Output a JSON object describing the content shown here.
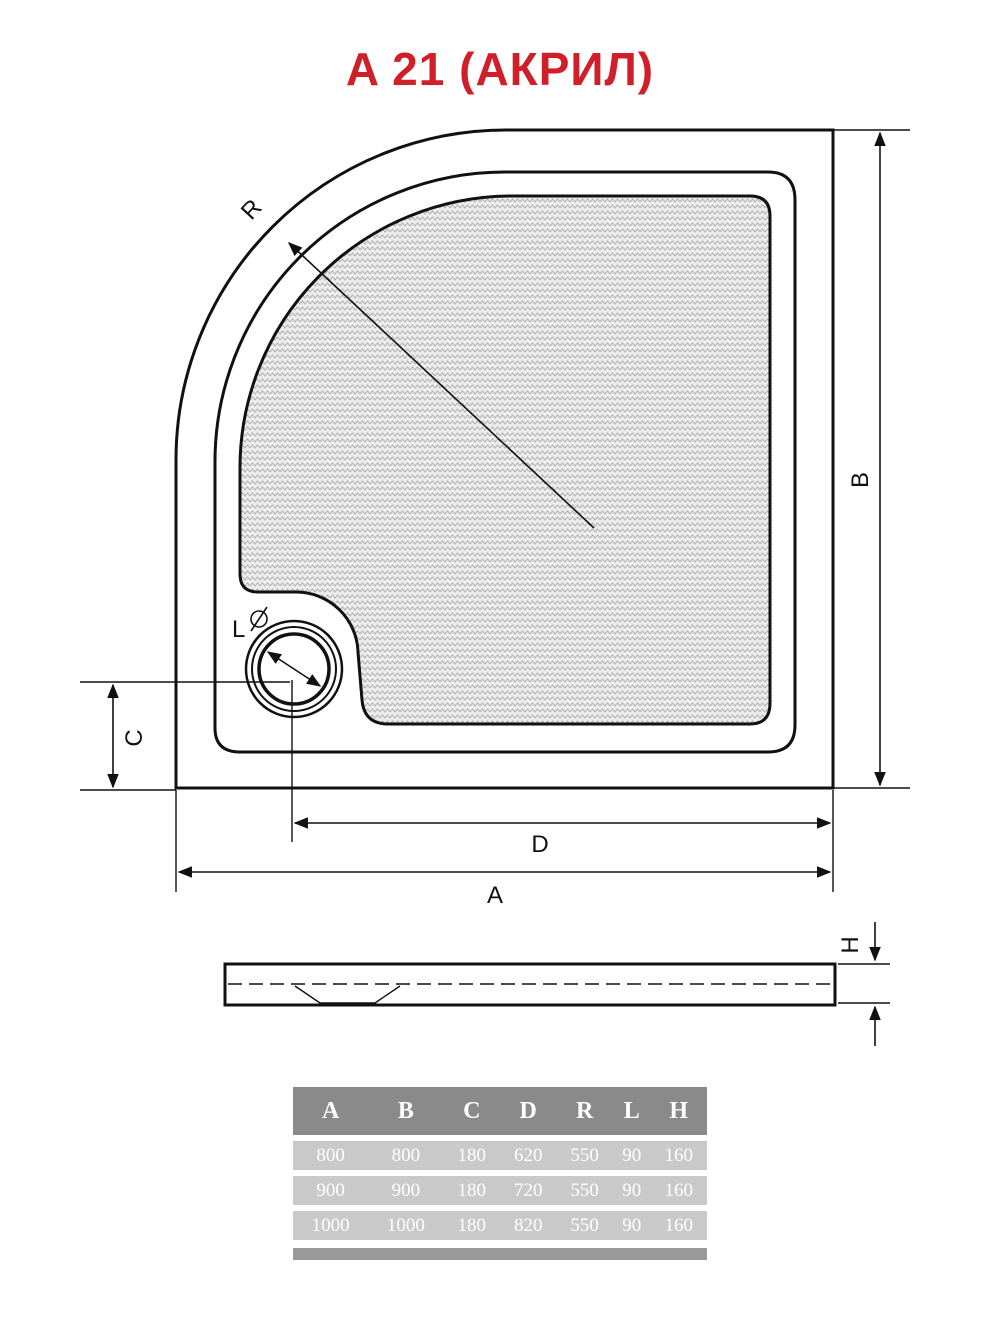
{
  "title": "A 21 (АКРИЛ)",
  "dimension_labels": {
    "A": "A",
    "B": "B",
    "C": "C",
    "D": "D",
    "R": "R",
    "L": "L",
    "H": "H"
  },
  "spec_table": {
    "headers": [
      "A",
      "B",
      "C",
      "D",
      "R",
      "L",
      "H"
    ],
    "rows": [
      [
        "800",
        "800",
        "180",
        "620",
        "550",
        "90",
        "160"
      ],
      [
        "900",
        "900",
        "180",
        "720",
        "550",
        "90",
        "160"
      ],
      [
        "1000",
        "1000",
        "180",
        "820",
        "550",
        "90",
        "160"
      ]
    ]
  },
  "colors": {
    "title": "#d11f2a",
    "table_header": "#8a8a8a",
    "table_row": "#c9c9c9"
  }
}
